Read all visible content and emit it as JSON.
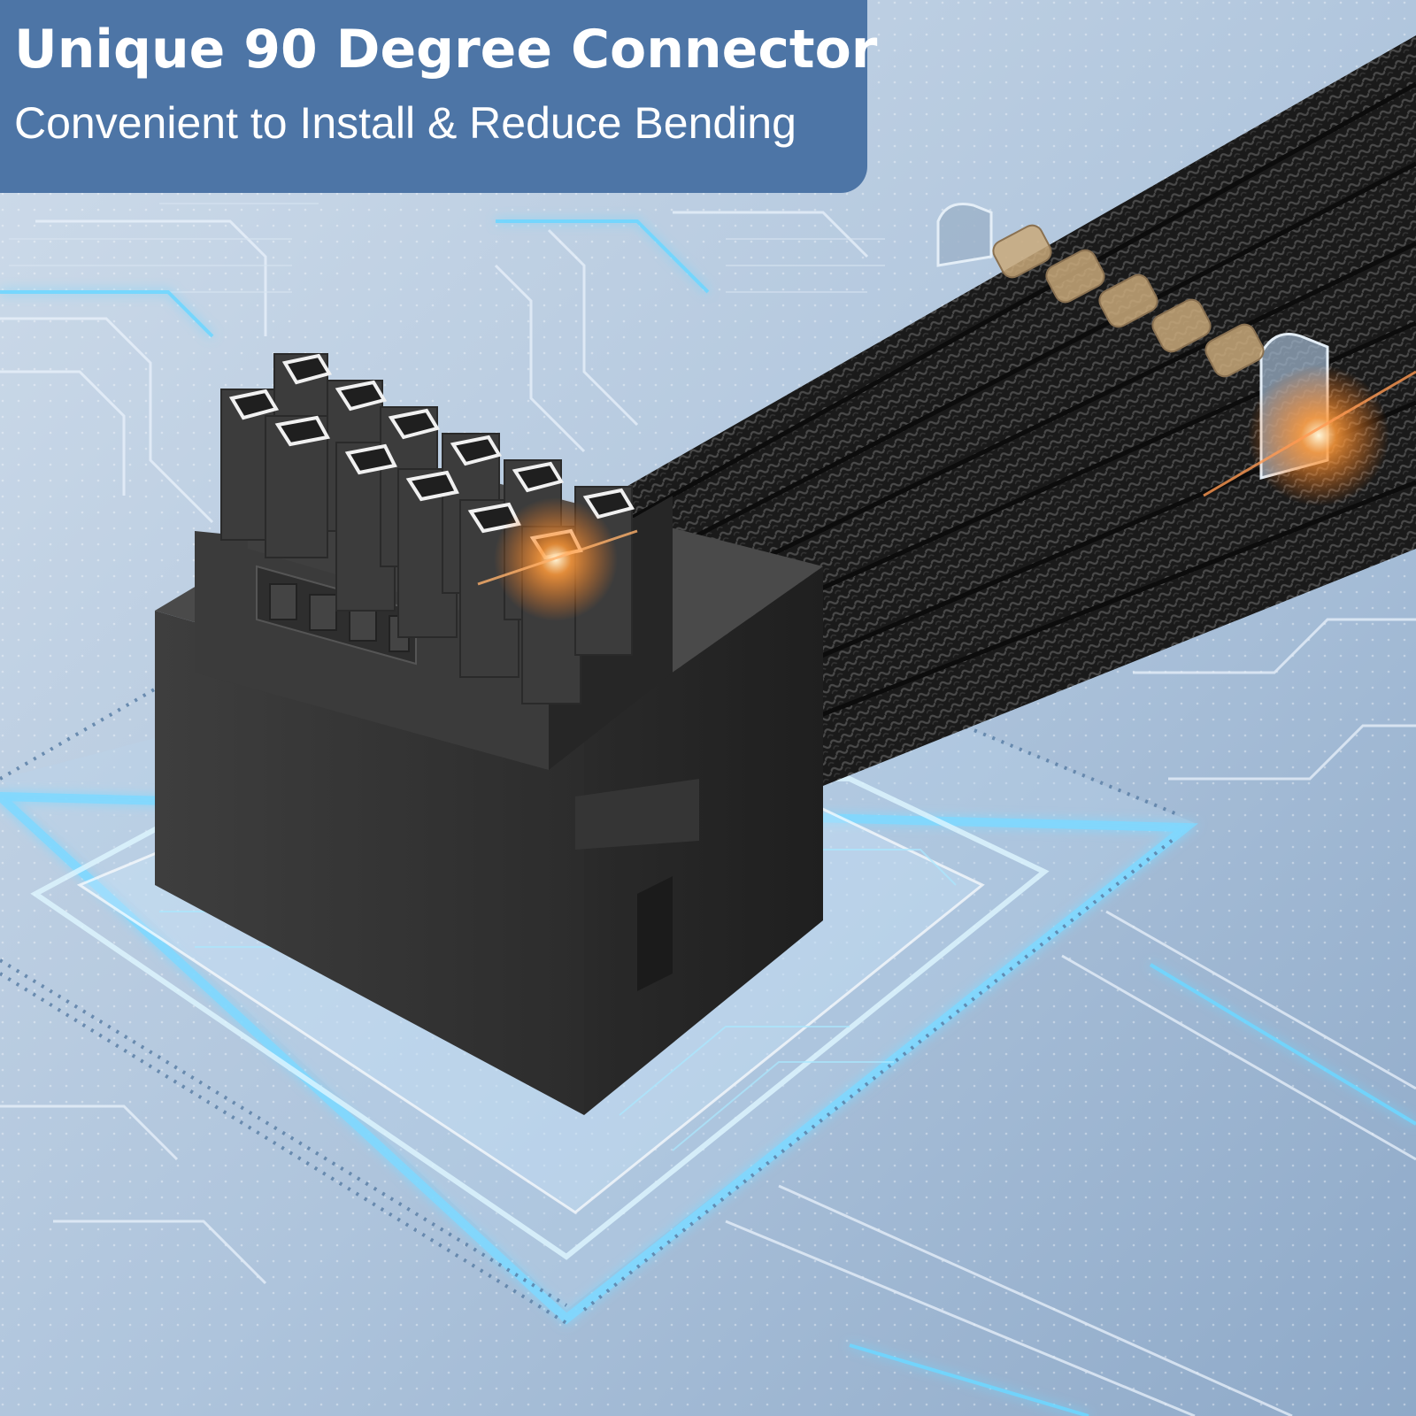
{
  "banner": {
    "headline": "Unique 90 Degree Connector",
    "subline": "Convenient to Install & Reduce Bending"
  },
  "colors": {
    "banner_background": "#4d75a6",
    "banner_text": "#ffffff",
    "board_background": "#b4c8de",
    "circuit_glow": "#5fd0ff",
    "connector_body": "#3a3a3a",
    "cable_sleeve": "#1c1c1c"
  },
  "product": {
    "connector_type": "right-angle 12+4 pin power connector",
    "main_pin_count": 12,
    "sense_pin_count": 4,
    "cable_combs": 2
  }
}
